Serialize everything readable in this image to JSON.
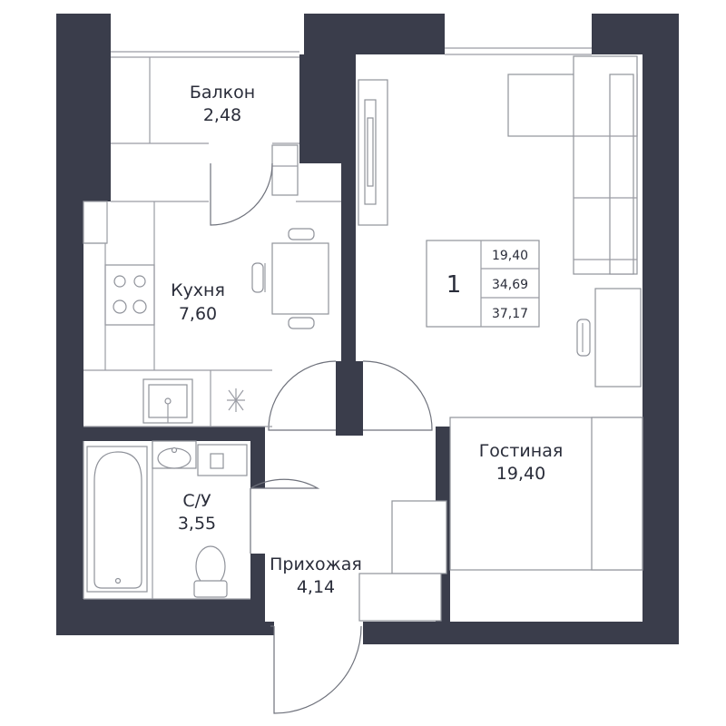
{
  "colors": {
    "wall": "#3a3d4b",
    "text": "#2a2d3a",
    "line": "#8f929a"
  },
  "rooms": {
    "balcony": {
      "name": "Балкон",
      "area": "2,48"
    },
    "kitchen": {
      "name": "Кухня",
      "area": "7,60"
    },
    "living": {
      "name": "Гостиная",
      "area": "19,40"
    },
    "bathroom": {
      "name": "С/У",
      "area": "3,55"
    },
    "hallway": {
      "name": "Прихожая",
      "area": "4,14"
    }
  },
  "summary": {
    "rooms_count": "1",
    "living_area": "19,40",
    "area_without_balcony": "34,69",
    "total_area": "37,17"
  }
}
